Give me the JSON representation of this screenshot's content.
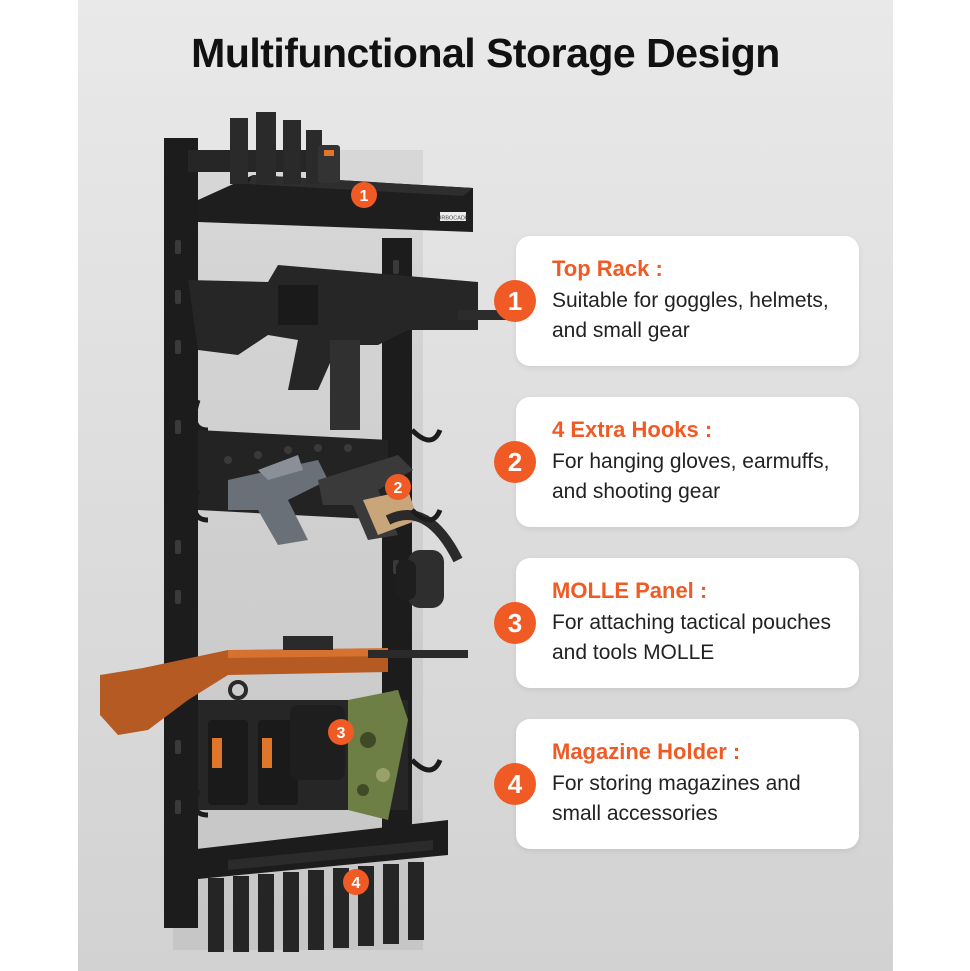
{
  "title": "Multifunctional Storage Design",
  "colors": {
    "accent": "#f05a24",
    "rack": "#1c1c1c",
    "background": "#dedede"
  },
  "markers": [
    "1",
    "2",
    "3",
    "4"
  ],
  "rack_label": "URBOCADE",
  "features": [
    {
      "number": "1",
      "title": "Top Rack :",
      "desc": "Suitable for goggles, helmets, and small gear"
    },
    {
      "number": "2",
      "title": "4 Extra Hooks :",
      "desc": "For hanging gloves, earmuffs, and shooting gear"
    },
    {
      "number": "3",
      "title": "MOLLE Panel :",
      "desc": "For attaching tactical pouches and tools MOLLE"
    },
    {
      "number": "4",
      "title": "Magazine Holder :",
      "desc": "For storing magazines and small accessories"
    }
  ]
}
